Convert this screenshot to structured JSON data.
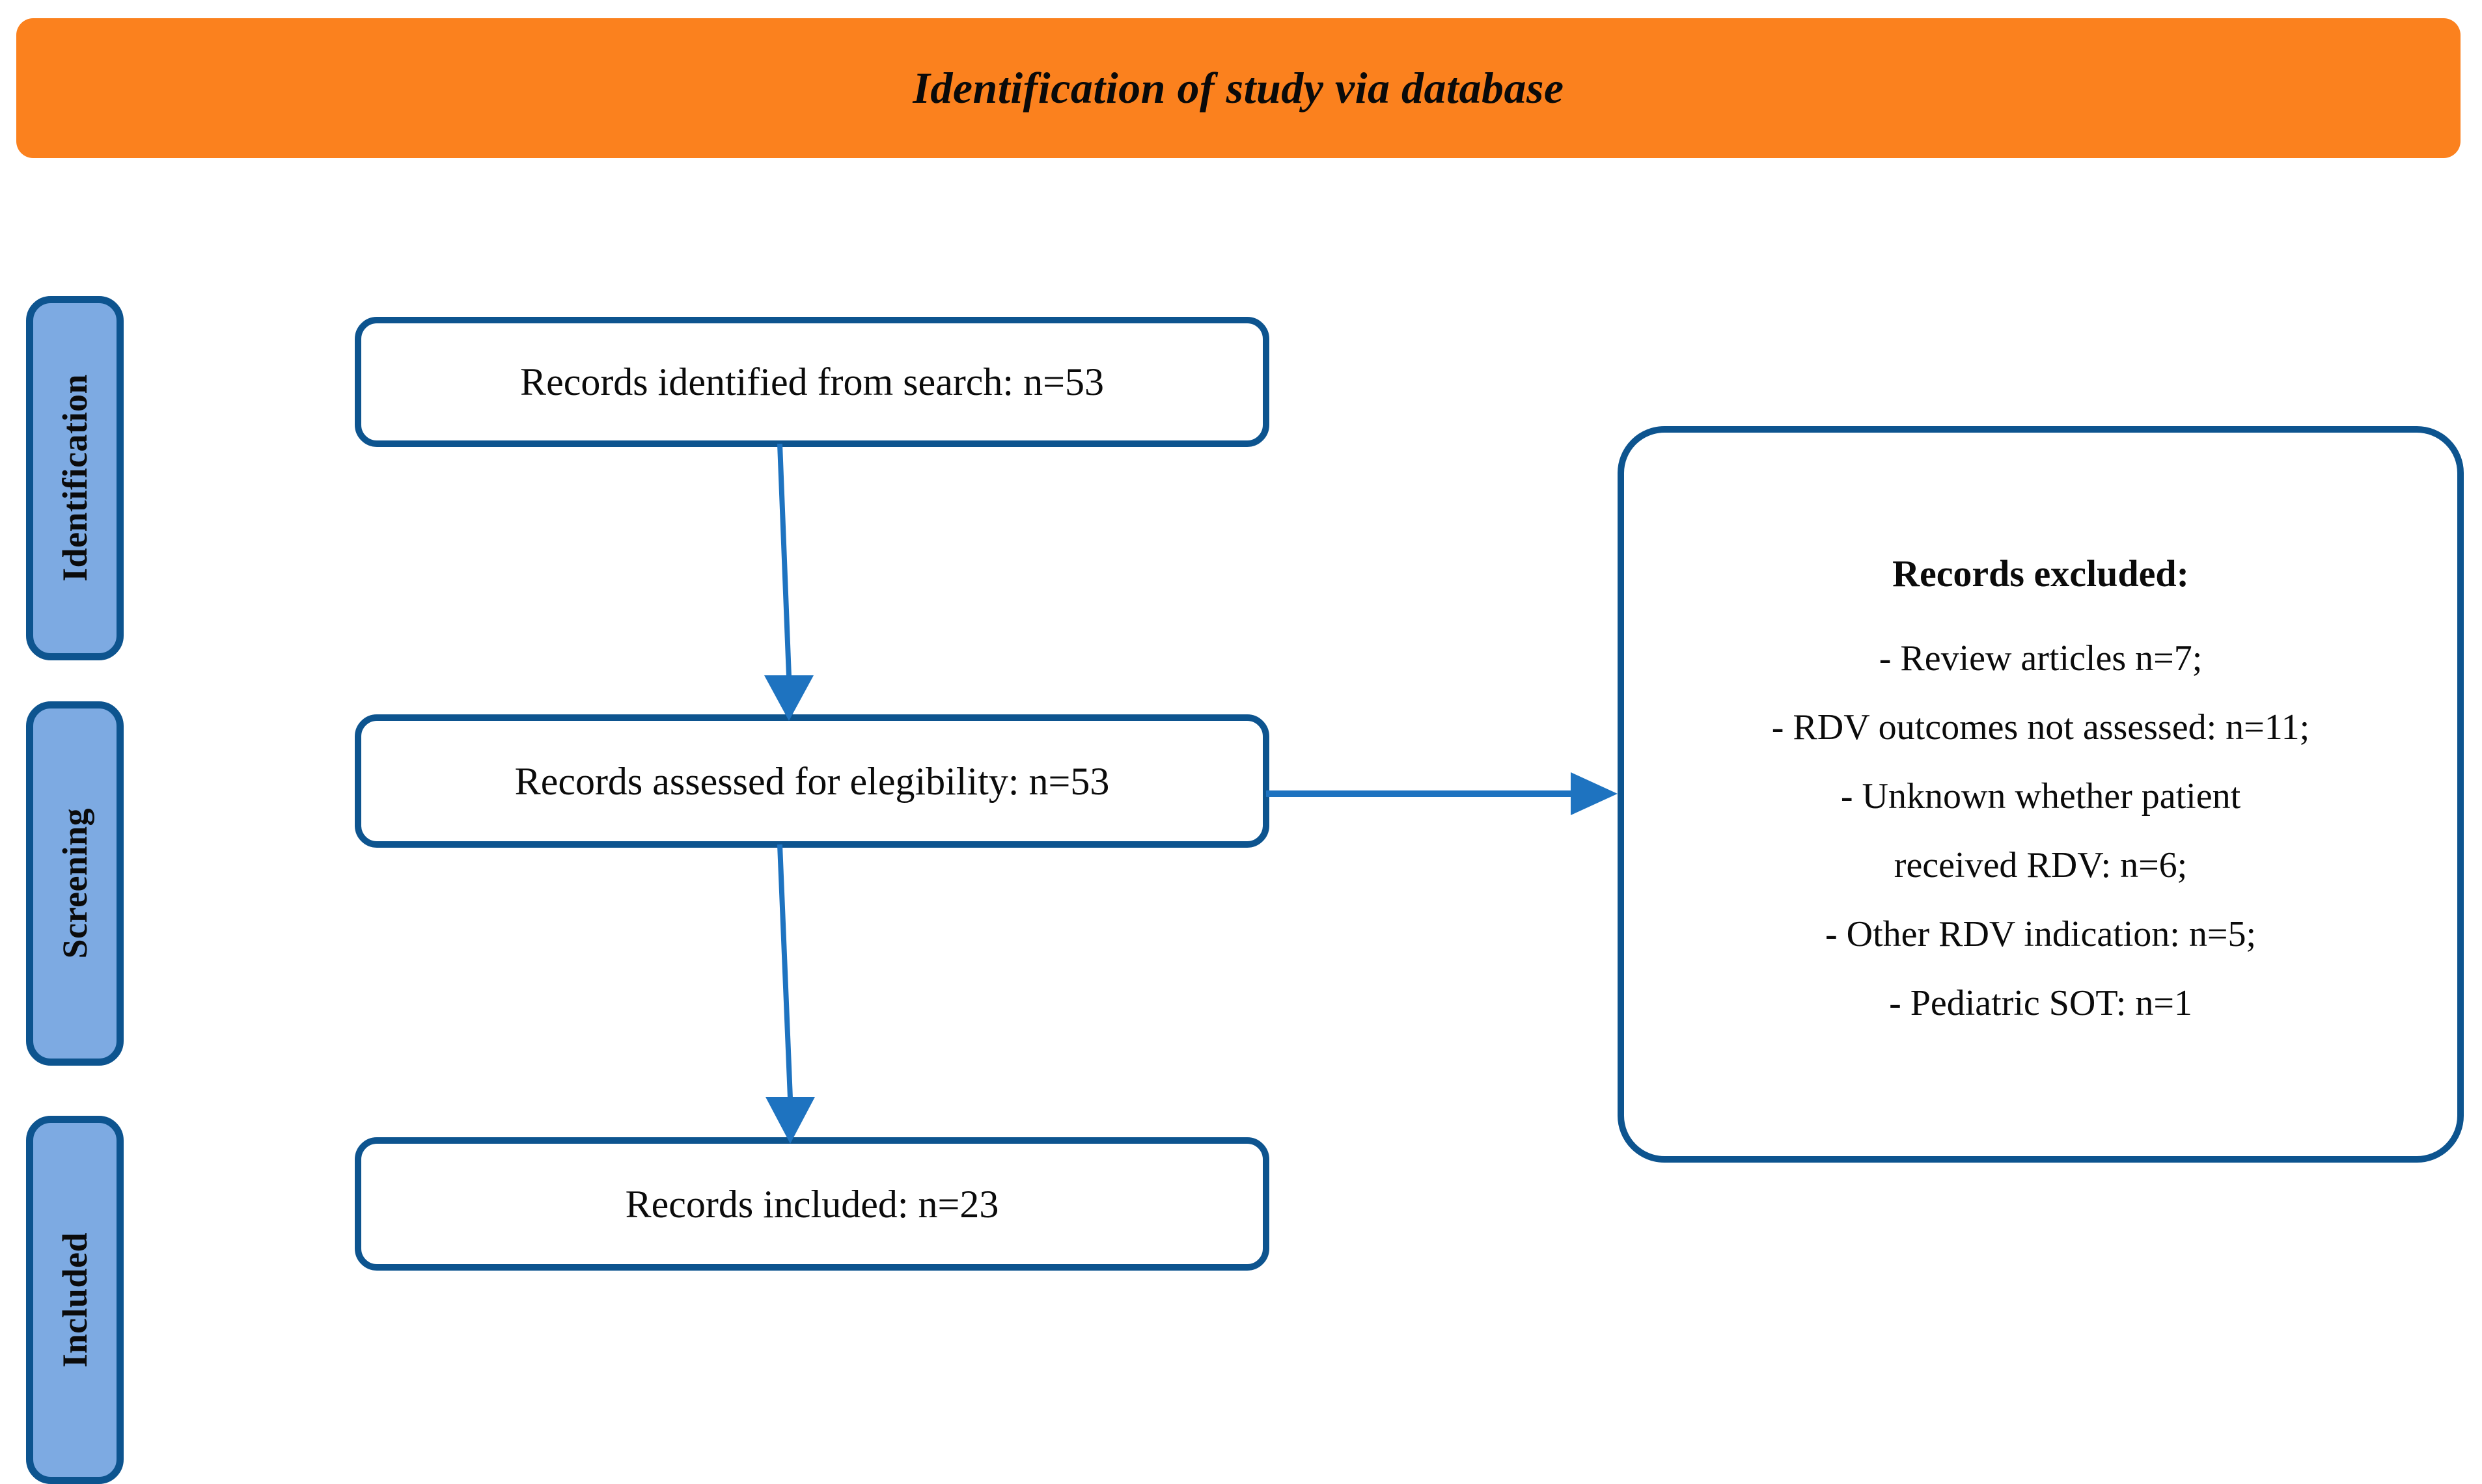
{
  "header": {
    "title": "Identification of study via database",
    "background_color": "#FB811E"
  },
  "colors": {
    "banner_orange": "#FB811E",
    "stage_fill_blue": "#7DAAE2",
    "box_border_blue": "#0D548F",
    "arrow_blue": "#1E73C0",
    "text_black": "#0B0B0B",
    "box_fill_white": "#FFFFFF"
  },
  "stages": [
    {
      "id": "identification",
      "label": "Identification"
    },
    {
      "id": "screening",
      "label": "Screening"
    },
    {
      "id": "included",
      "label": "Included"
    }
  ],
  "flow_boxes": [
    {
      "id": "identified",
      "text": "Records identified from search: n=53",
      "count": 53
    },
    {
      "id": "assessed",
      "text": "Records assessed for elegibility: n=53",
      "count": 53
    },
    {
      "id": "included",
      "text": "Records included: n=23",
      "count": 23
    }
  ],
  "excluded": {
    "title": "Records excluded:",
    "lines": [
      "- Review articles n=7;",
      "- RDV outcomes not assessed: n=11;",
      "- Unknown whether patient",
      "received RDV: n=6;",
      "- Other RDV indication: n=5;",
      "- Pediatric SOT: n=1"
    ],
    "reasons": [
      {
        "reason": "Review articles",
        "n": 7
      },
      {
        "reason": "RDV outcomes not assessed",
        "n": 11
      },
      {
        "reason": "Unknown whether patient received RDV",
        "n": 6
      },
      {
        "reason": "Other RDV indication",
        "n": 5
      },
      {
        "reason": "Pediatric SOT",
        "n": 1
      }
    ]
  },
  "arrows": [
    {
      "id": "identified-to-assessed",
      "direction": "down"
    },
    {
      "id": "assessed-to-included",
      "direction": "down"
    },
    {
      "id": "assessed-to-excluded",
      "direction": "right"
    }
  ]
}
